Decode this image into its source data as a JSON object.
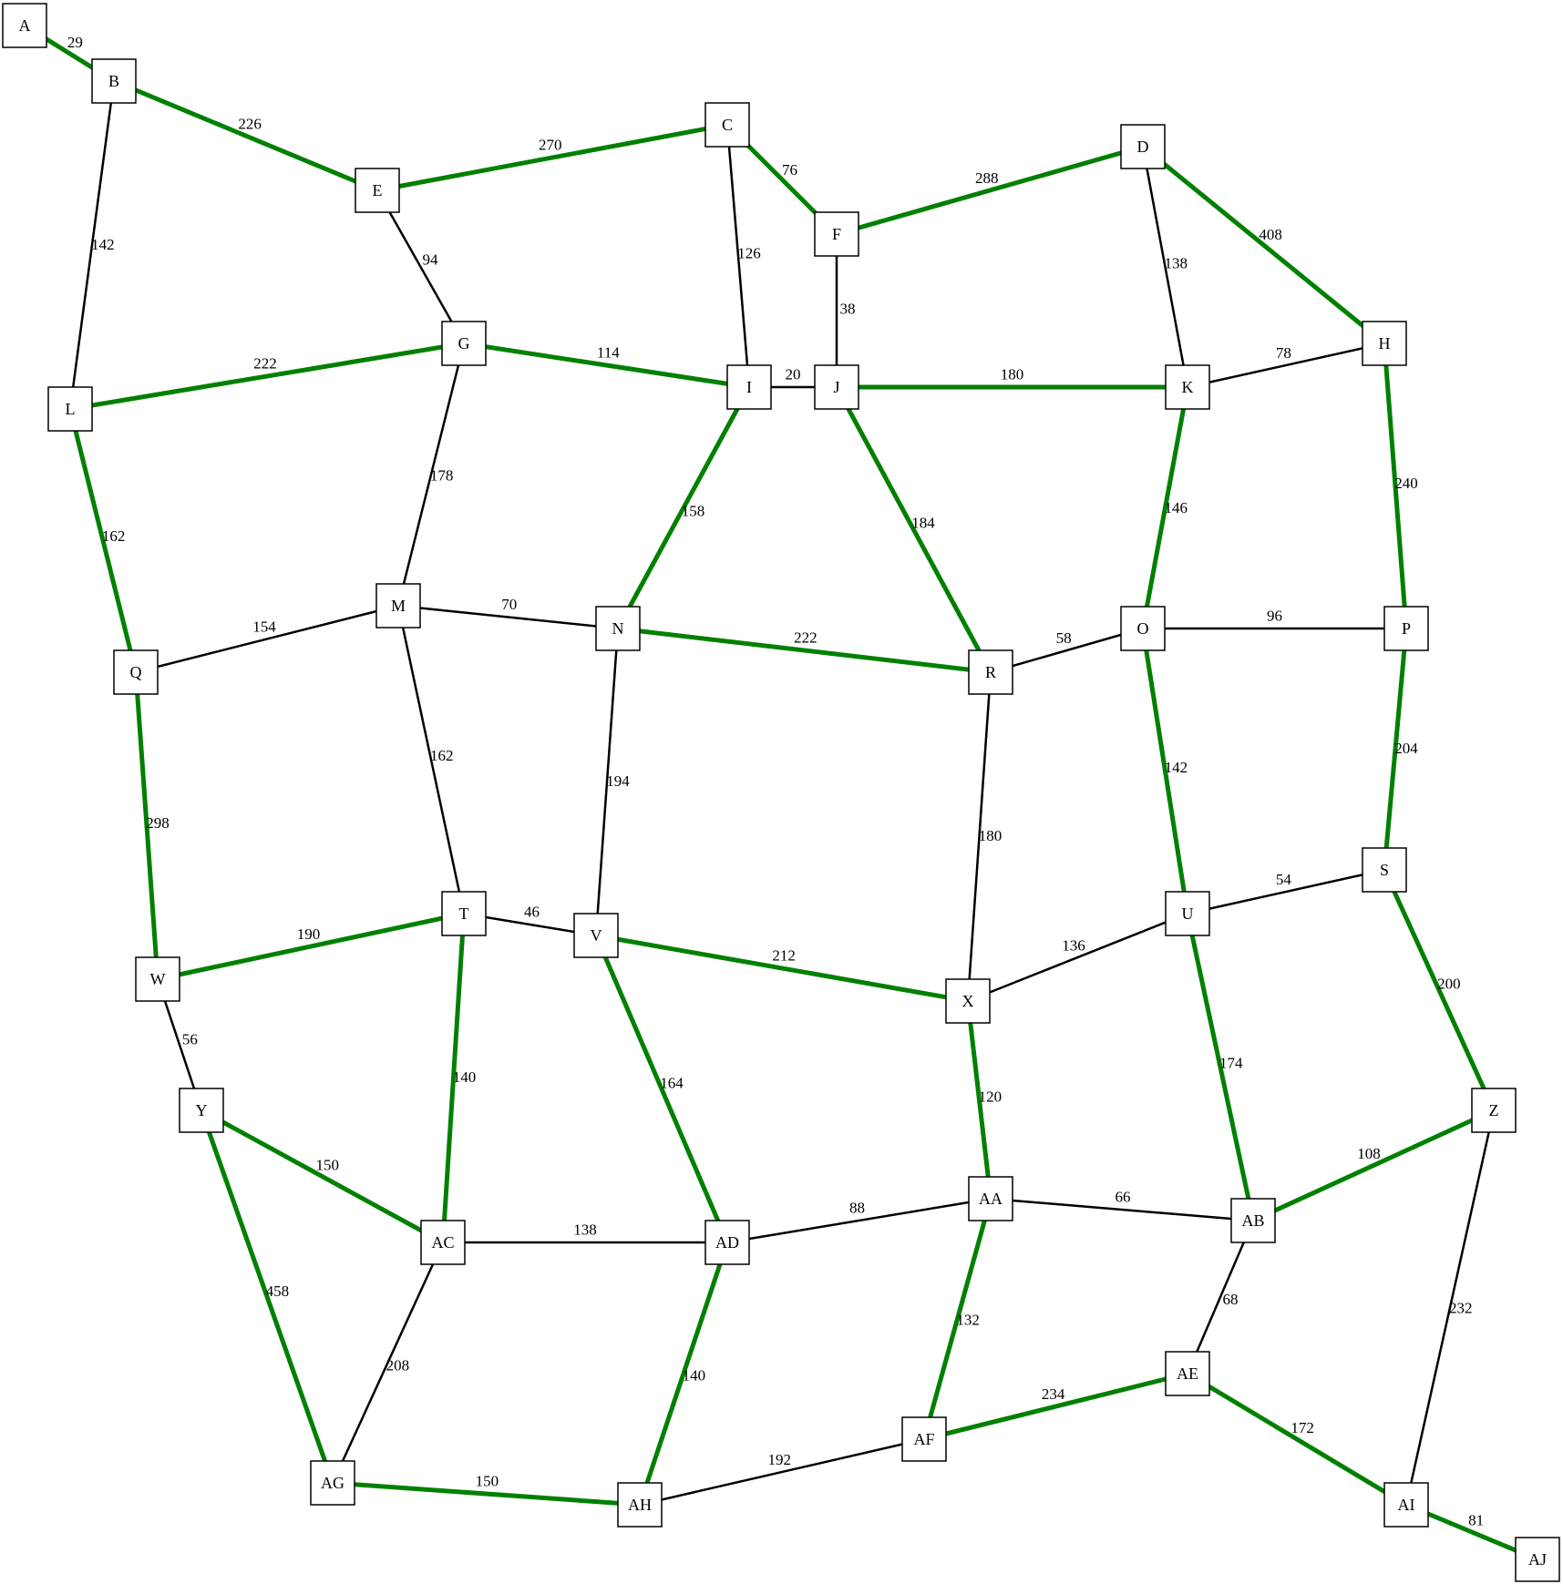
{
  "colors": {
    "tree_edge": "#008000",
    "plain_edge": "#000000",
    "node_fill": "#ffffff",
    "node_stroke": "#000000"
  },
  "nodes": [
    {
      "id": "A"
    },
    {
      "id": "B"
    },
    {
      "id": "C"
    },
    {
      "id": "D"
    },
    {
      "id": "E"
    },
    {
      "id": "F"
    },
    {
      "id": "G"
    },
    {
      "id": "H"
    },
    {
      "id": "I"
    },
    {
      "id": "J"
    },
    {
      "id": "K"
    },
    {
      "id": "L"
    },
    {
      "id": "M"
    },
    {
      "id": "N"
    },
    {
      "id": "O"
    },
    {
      "id": "P"
    },
    {
      "id": "Q"
    },
    {
      "id": "R"
    },
    {
      "id": "S"
    },
    {
      "id": "T"
    },
    {
      "id": "U"
    },
    {
      "id": "V"
    },
    {
      "id": "W"
    },
    {
      "id": "X"
    },
    {
      "id": "Y"
    },
    {
      "id": "Z"
    },
    {
      "id": "AA"
    },
    {
      "id": "AB"
    },
    {
      "id": "AC"
    },
    {
      "id": "AD"
    },
    {
      "id": "AE"
    },
    {
      "id": "AF"
    },
    {
      "id": "AG"
    },
    {
      "id": "AH"
    },
    {
      "id": "AI"
    },
    {
      "id": "AJ"
    }
  ],
  "edges": [
    {
      "from": "A",
      "to": "B",
      "weight": "29",
      "highlighted": true
    },
    {
      "from": "B",
      "to": "E",
      "weight": "226",
      "highlighted": true
    },
    {
      "from": "B",
      "to": "L",
      "weight": "142",
      "highlighted": false
    },
    {
      "from": "E",
      "to": "C",
      "weight": "270",
      "highlighted": true
    },
    {
      "from": "C",
      "to": "F",
      "weight": "76",
      "highlighted": true
    },
    {
      "from": "C",
      "to": "I",
      "weight": "126",
      "highlighted": false
    },
    {
      "from": "F",
      "to": "D",
      "weight": "288",
      "highlighted": true
    },
    {
      "from": "D",
      "to": "H",
      "weight": "408",
      "highlighted": true
    },
    {
      "from": "D",
      "to": "K",
      "weight": "138",
      "highlighted": false
    },
    {
      "from": "E",
      "to": "G",
      "weight": "94",
      "highlighted": false
    },
    {
      "from": "F",
      "to": "J",
      "weight": "38",
      "highlighted": false
    },
    {
      "from": "L",
      "to": "G",
      "weight": "222",
      "highlighted": true
    },
    {
      "from": "G",
      "to": "I",
      "weight": "114",
      "highlighted": true
    },
    {
      "from": "I",
      "to": "J",
      "weight": "20",
      "highlighted": false
    },
    {
      "from": "J",
      "to": "K",
      "weight": "180",
      "highlighted": true
    },
    {
      "from": "K",
      "to": "H",
      "weight": "78",
      "highlighted": false
    },
    {
      "from": "G",
      "to": "M",
      "weight": "178",
      "highlighted": false
    },
    {
      "from": "I",
      "to": "N",
      "weight": "158",
      "highlighted": true
    },
    {
      "from": "J",
      "to": "R",
      "weight": "184",
      "highlighted": true
    },
    {
      "from": "K",
      "to": "O",
      "weight": "146",
      "highlighted": true
    },
    {
      "from": "H",
      "to": "P",
      "weight": "240",
      "highlighted": true
    },
    {
      "from": "L",
      "to": "Q",
      "weight": "162",
      "highlighted": true
    },
    {
      "from": "Q",
      "to": "M",
      "weight": "154",
      "highlighted": false
    },
    {
      "from": "M",
      "to": "N",
      "weight": "70",
      "highlighted": false
    },
    {
      "from": "N",
      "to": "R",
      "weight": "222",
      "highlighted": true
    },
    {
      "from": "R",
      "to": "O",
      "weight": "58",
      "highlighted": false
    },
    {
      "from": "O",
      "to": "P",
      "weight": "96",
      "highlighted": false
    },
    {
      "from": "M",
      "to": "T",
      "weight": "162",
      "highlighted": false
    },
    {
      "from": "N",
      "to": "V",
      "weight": "194",
      "highlighted": false
    },
    {
      "from": "R",
      "to": "X",
      "weight": "180",
      "highlighted": false
    },
    {
      "from": "O",
      "to": "U",
      "weight": "142",
      "highlighted": true
    },
    {
      "from": "P",
      "to": "S",
      "weight": "204",
      "highlighted": true
    },
    {
      "from": "Q",
      "to": "W",
      "weight": "298",
      "highlighted": true
    },
    {
      "from": "W",
      "to": "T",
      "weight": "190",
      "highlighted": true
    },
    {
      "from": "T",
      "to": "V",
      "weight": "46",
      "highlighted": false
    },
    {
      "from": "V",
      "to": "X",
      "weight": "212",
      "highlighted": true
    },
    {
      "from": "X",
      "to": "U",
      "weight": "136",
      "highlighted": false
    },
    {
      "from": "U",
      "to": "S",
      "weight": "54",
      "highlighted": false
    },
    {
      "from": "W",
      "to": "Y",
      "weight": "56",
      "highlighted": false
    },
    {
      "from": "T",
      "to": "AC",
      "weight": "140",
      "highlighted": true
    },
    {
      "from": "V",
      "to": "AD",
      "weight": "164",
      "highlighted": true
    },
    {
      "from": "X",
      "to": "AA",
      "weight": "120",
      "highlighted": true
    },
    {
      "from": "U",
      "to": "AB",
      "weight": "174",
      "highlighted": true
    },
    {
      "from": "S",
      "to": "Z",
      "weight": "200",
      "highlighted": true
    },
    {
      "from": "Y",
      "to": "AC",
      "weight": "150",
      "highlighted": true
    },
    {
      "from": "AC",
      "to": "AD",
      "weight": "138",
      "highlighted": false
    },
    {
      "from": "AD",
      "to": "AA",
      "weight": "88",
      "highlighted": false
    },
    {
      "from": "AA",
      "to": "AB",
      "weight": "66",
      "highlighted": false
    },
    {
      "from": "AB",
      "to": "Z",
      "weight": "108",
      "highlighted": true
    },
    {
      "from": "Y",
      "to": "AG",
      "weight": "458",
      "highlighted": true
    },
    {
      "from": "AC",
      "to": "AG",
      "weight": "208",
      "highlighted": false
    },
    {
      "from": "AD",
      "to": "AH",
      "weight": "140",
      "highlighted": true
    },
    {
      "from": "AA",
      "to": "AF",
      "weight": "132",
      "highlighted": true
    },
    {
      "from": "AB",
      "to": "AE",
      "weight": "68",
      "highlighted": false
    },
    {
      "from": "Z",
      "to": "AI",
      "weight": "232",
      "highlighted": false
    },
    {
      "from": "AG",
      "to": "AH",
      "weight": "150",
      "highlighted": true
    },
    {
      "from": "AH",
      "to": "AF",
      "weight": "192",
      "highlighted": false
    },
    {
      "from": "AF",
      "to": "AE",
      "weight": "234",
      "highlighted": true
    },
    {
      "from": "AE",
      "to": "AI",
      "weight": "172",
      "highlighted": true
    },
    {
      "from": "AI",
      "to": "AJ",
      "weight": "81",
      "highlighted": true
    }
  ]
}
